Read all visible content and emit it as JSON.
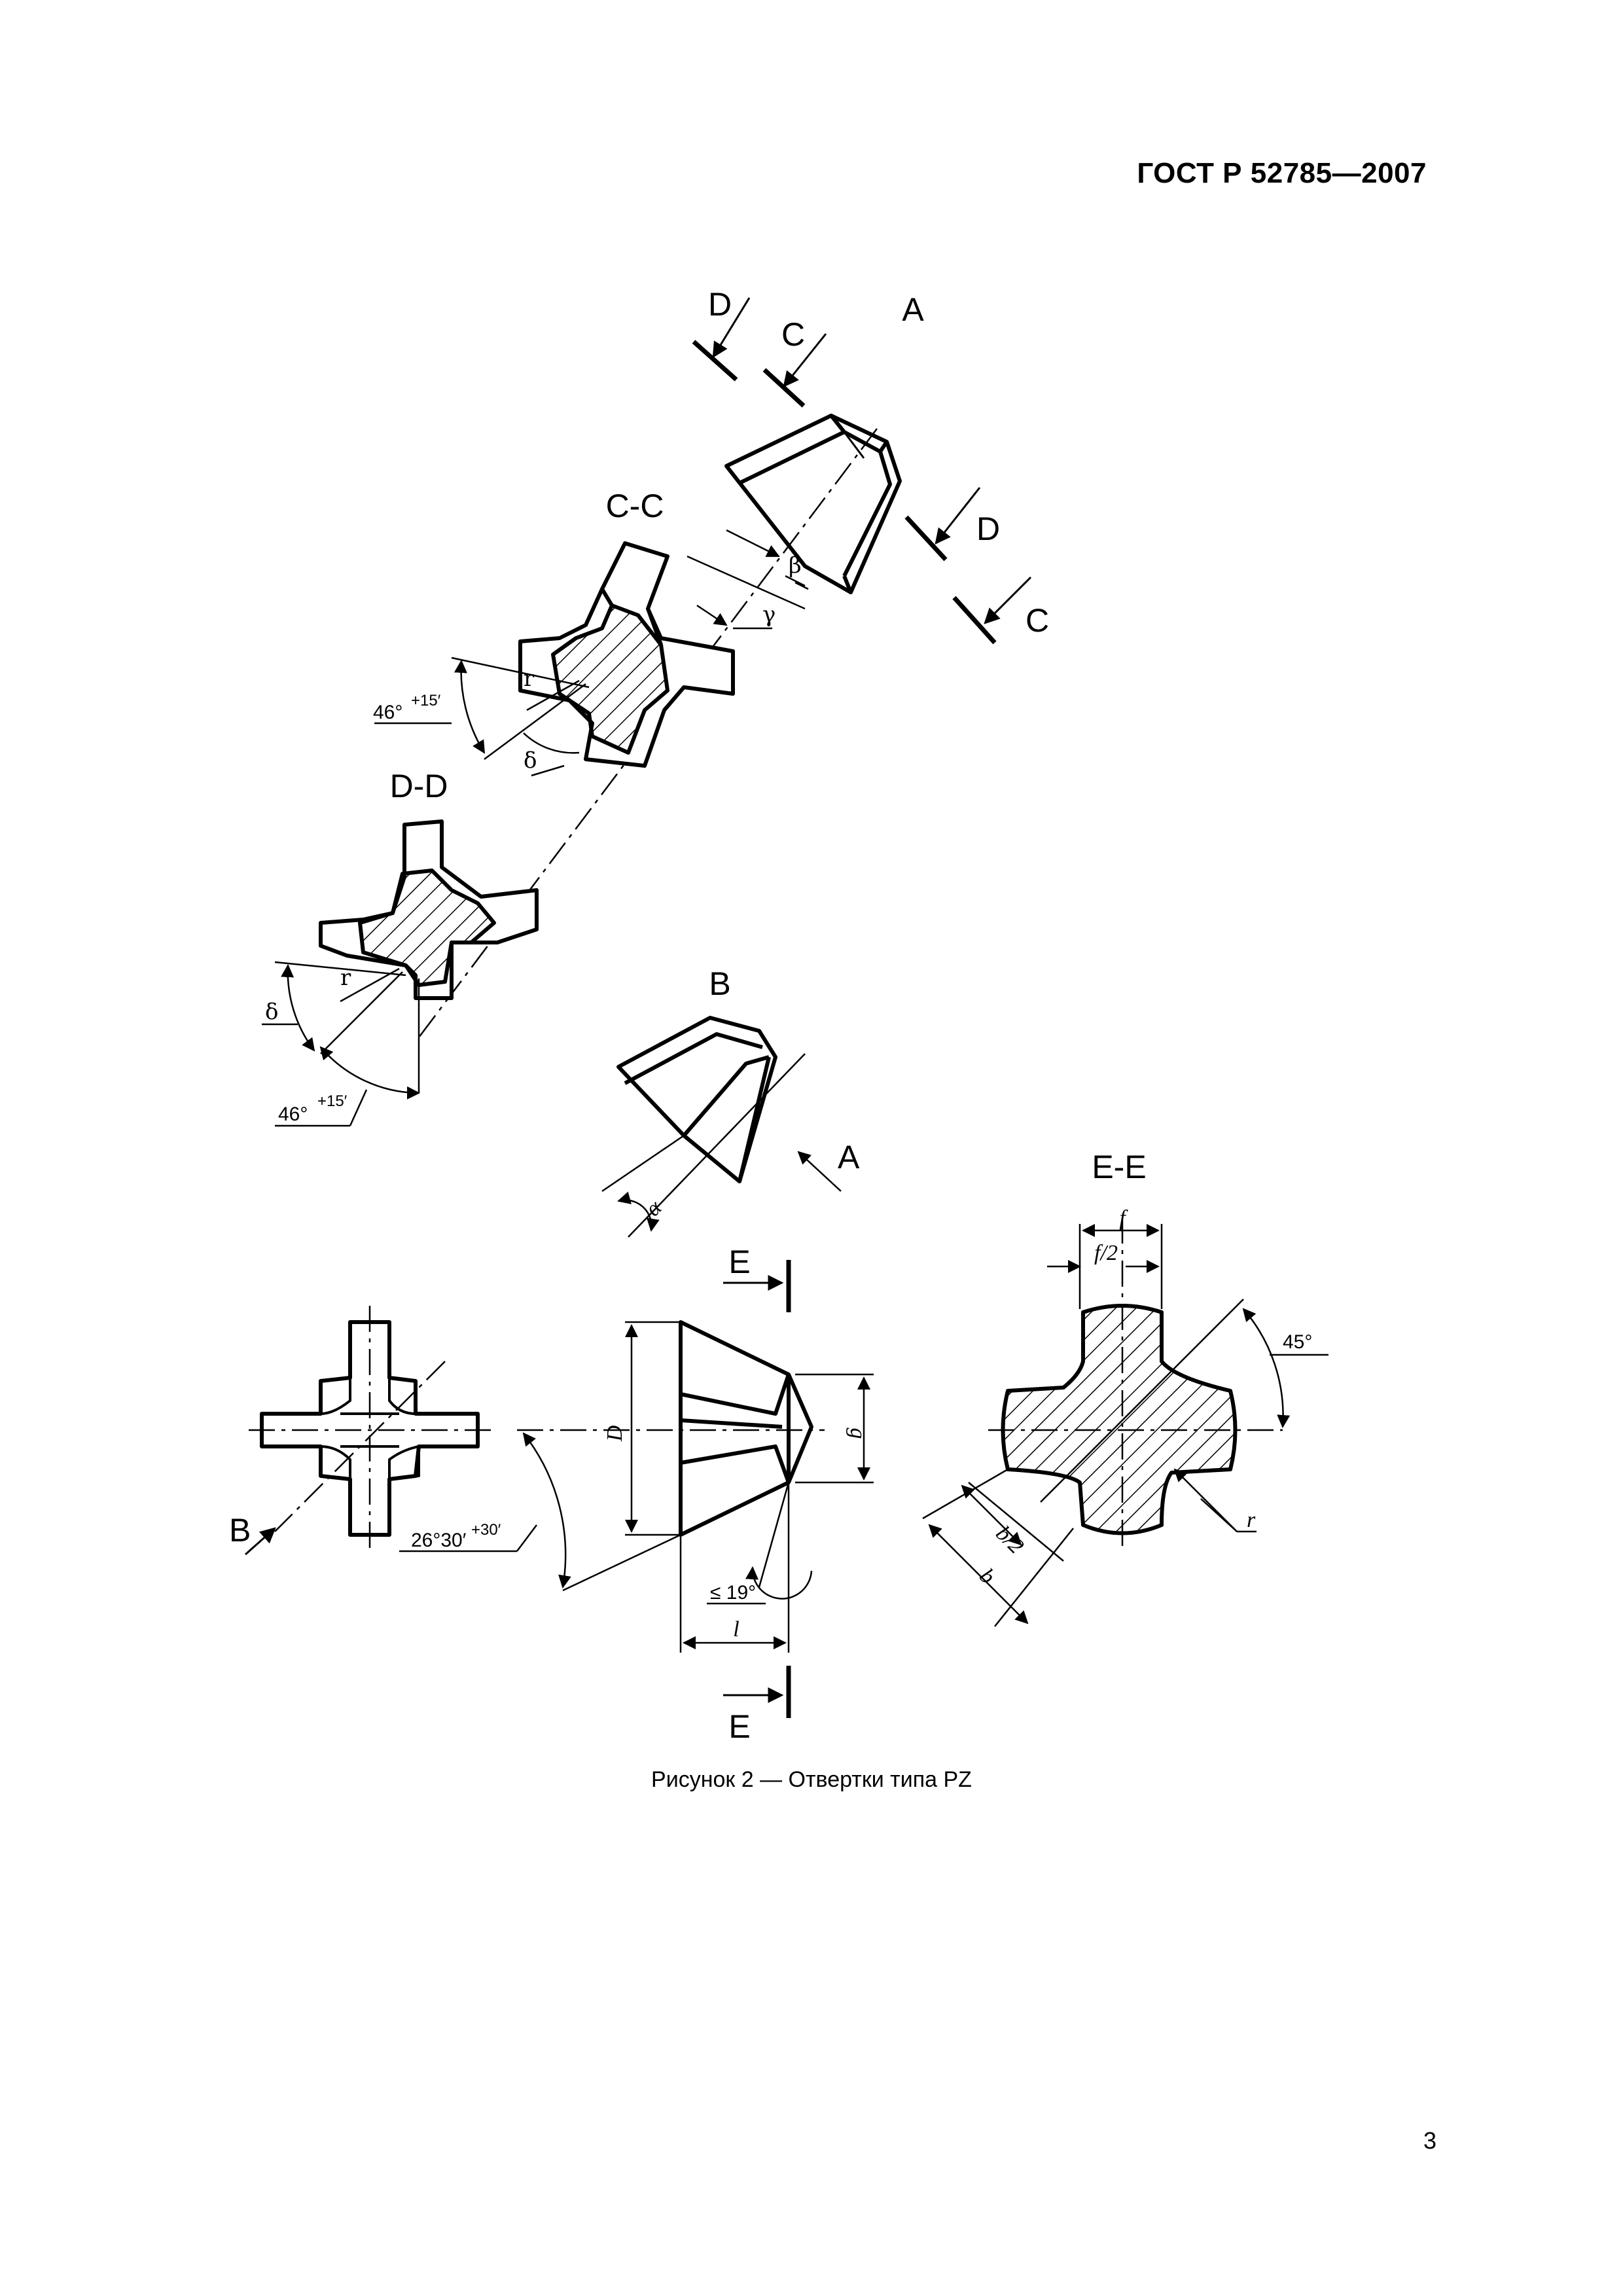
{
  "header": {
    "standard": "ГОСТ Р 52785—2007"
  },
  "figure": {
    "caption": "Рисунок 2 — Отвертки типа PZ",
    "section_labels": {
      "cc": "C-C",
      "dd": "D-D",
      "ee": "E-E",
      "view_a": "A",
      "view_b": "B"
    },
    "cut_markers": {
      "d": "D",
      "c": "C",
      "a": "A",
      "b": "B",
      "e": "E"
    },
    "dimensions": {
      "angle_46": "46°",
      "angle_46_tol": "+15′",
      "angle_26": "26°30′",
      "angle_26_tol": "+30′",
      "angle_19": "≤ 19°",
      "angle_45": "45°",
      "alpha": "α",
      "beta": "β",
      "gamma": "γ",
      "delta": "δ",
      "r": "r",
      "D": "D",
      "g": "g",
      "l": "l",
      "f": "f",
      "f_half": "f/2",
      "b": "b",
      "b_half": "b/2"
    }
  },
  "page_number": "3"
}
